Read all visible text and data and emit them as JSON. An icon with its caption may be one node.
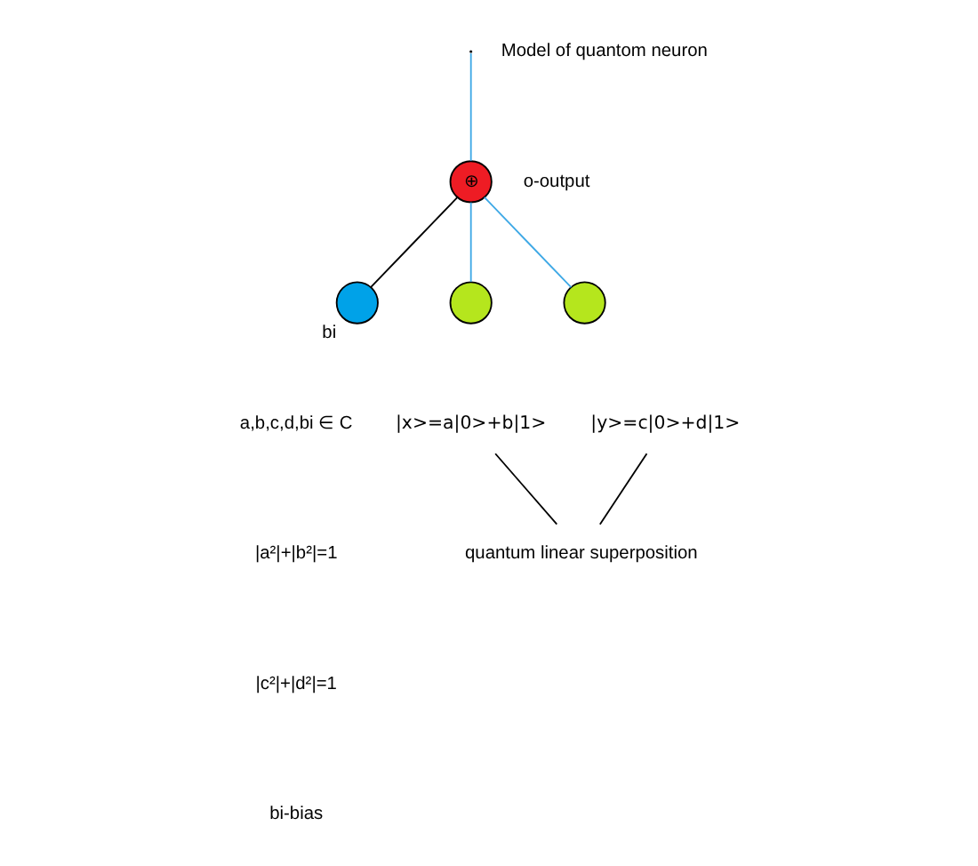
{
  "diagram": {
    "nodes": [
      {
        "text": [
          "⊕"
        ],
        "beside": [
          "o-output"
        ]
      },
      {
        "text": [],
        "shape": "circle",
        "beside": [
          "bi"
        ]
      },
      {
        "text": [],
        "shape": "circle"
      },
      {
        "text": [],
        "shape": "circle"
      },
      {
        "text": [
          "|x>=a|0>+b|1>"
        ]
      },
      {
        "text": [
          "|y>=c|0>+d|1>"
        ]
      },
      {
        "text": [
          "quantum linear superposition"
        ]
      }
    ],
    "edges": [
      {
        "from": 1,
        "to": 0,
        "arrow": "none"
      },
      {
        "from": 2,
        "to": 0,
        "arrow": "none",
        "color": "#3fa9e6"
      },
      {
        "from": 3,
        "to": 0,
        "arrow": "none",
        "color": "#3fa9e6"
      },
      {
        "from": 0,
        "to": null,
        "arrow": "none",
        "color": "#3fa9e6"
      },
      {
        "from": 6,
        "to": 4,
        "arrow": "none"
      },
      {
        "from": 6,
        "to": 5,
        "arrow": "none"
      }
    ],
    "labels": [
      "Model of quantom neuron",
      "a,b,c,d,bi ∈ C",
      "|a²|+|b²|=1",
      "|c²|+|d²|=1",
      "bi-bias"
    ]
  }
}
